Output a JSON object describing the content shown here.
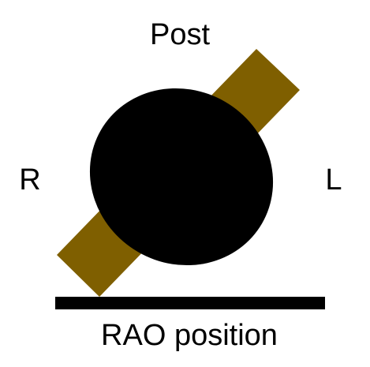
{
  "labels": {
    "top": "Post",
    "left": "R",
    "right": "L",
    "caption": "RAO position"
  },
  "colors": {
    "background": "#ffffff",
    "band": "#7f5f00",
    "body": "#000000",
    "table": "#000000",
    "text": "#000000"
  }
}
